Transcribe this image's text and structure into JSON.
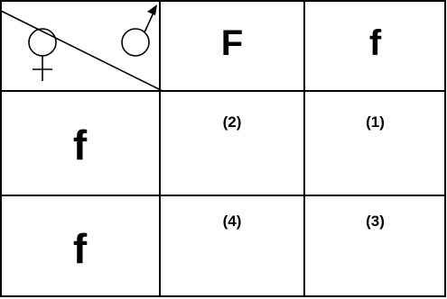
{
  "corner": {
    "female_symbol": "female-symbol-icon",
    "male_symbol": "male-symbol-icon"
  },
  "column_headers": [
    "F",
    "f"
  ],
  "row_headers": [
    "f",
    "f"
  ],
  "cells": [
    [
      "(2)",
      "(1)"
    ],
    [
      "(4)",
      "(3)"
    ]
  ]
}
